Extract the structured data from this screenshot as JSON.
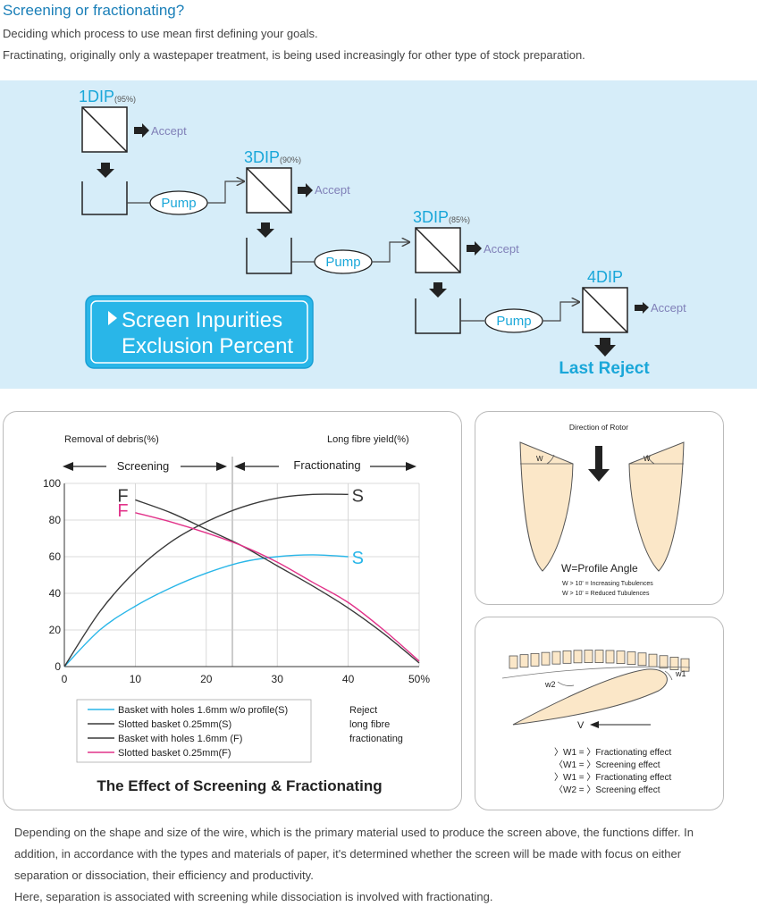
{
  "header": {
    "title": "Screening or fractionating?",
    "line1": "Deciding which process to use mean first defining your goals.",
    "line2": "Fractinating, originally only a wastepaper treatment, is being used increasingly for other type of stock preparation."
  },
  "flow": {
    "stages": [
      {
        "name": "1DIP",
        "pct": "(95%)"
      },
      {
        "name": "3DIP",
        "pct": "(90%)"
      },
      {
        "name": "3DIP",
        "pct": "(85%)"
      },
      {
        "name": "4DIP",
        "pct": ""
      }
    ],
    "accept": "Accept",
    "pump": "Pump",
    "last_reject": "Last Reject",
    "banner_line1": "Screen Inpurities",
    "banner_line2": "Exclusion Percent"
  },
  "chart_data": {
    "type": "line",
    "title": "The Effect of Screening & Fractionating",
    "top_left_label": "Removal of debris(%)",
    "top_right_label": "Long fibre yield(%)",
    "region_left": "Screening",
    "region_right": "Fractionating",
    "xlim": [
      0,
      50
    ],
    "ylim": [
      0,
      100
    ],
    "x_ticks": [
      "0",
      "10",
      "20",
      "30",
      "40",
      "50%"
    ],
    "y_ticks": [
      "0",
      "20",
      "40",
      "60",
      "80",
      "100"
    ],
    "series": [
      {
        "name": "Basket with holes 1.6mm w/o profile(S)",
        "end_label": "S",
        "color": "#29b6e8",
        "points": [
          [
            0,
            0
          ],
          [
            5,
            20
          ],
          [
            10,
            33
          ],
          [
            15,
            43
          ],
          [
            20,
            51
          ],
          [
            25,
            57
          ],
          [
            30,
            60
          ],
          [
            35,
            61
          ],
          [
            40,
            60
          ]
        ]
      },
      {
        "name": "Slotted basket 0.25mm(S)",
        "end_label": "S",
        "color": "#3a3a3a",
        "points": [
          [
            0,
            0
          ],
          [
            5,
            30
          ],
          [
            10,
            52
          ],
          [
            15,
            68
          ],
          [
            20,
            79
          ],
          [
            25,
            87
          ],
          [
            30,
            92
          ],
          [
            35,
            94
          ],
          [
            40,
            94
          ]
        ]
      },
      {
        "name": "Basket with holes 1.6mm (F)",
        "end_label": "F",
        "color": "#3a3a3a",
        "points": [
          [
            10,
            91
          ],
          [
            15,
            84
          ],
          [
            20,
            75
          ],
          [
            25,
            66
          ],
          [
            30,
            55
          ],
          [
            35,
            44
          ],
          [
            40,
            32
          ],
          [
            45,
            18
          ],
          [
            50,
            2
          ]
        ]
      },
      {
        "name": "Slotted basket 0.25mm(F)",
        "end_label": "F",
        "color": "#e2338a",
        "points": [
          [
            10,
            84
          ],
          [
            15,
            79
          ],
          [
            20,
            73
          ],
          [
            25,
            66
          ],
          [
            30,
            57
          ],
          [
            35,
            46
          ],
          [
            40,
            35
          ],
          [
            45,
            20
          ],
          [
            50,
            3
          ]
        ]
      }
    ],
    "right_legend": [
      "Reject",
      "long fibre",
      "fractionating"
    ]
  },
  "rotor": {
    "direction": "Direction of Rotor",
    "w": "W",
    "profile_angle": "W=Profile Angle",
    "note1": "W > 10' = Increasing Tubulences",
    "note2": "W > 10' = Reduced Tubulences"
  },
  "wire": {
    "w1": "w1",
    "w2": "w2",
    "v": "V",
    "effects": [
      "〉W1 = 〉Fractionating effect",
      "〈W1 = 〉Screening effect",
      "〉W1 = 〉Fractionating effect",
      "〈W2 = 〉Screening effect"
    ]
  },
  "footer": {
    "p1": "Depending on the shape and size of the wire, which is the primary material used to produce the screen above, the functions differ. In addition, in accordance with the types and materials of paper, it's determined whether the screen will be made with focus on either separation or dissociation, their efficiency and productivity.",
    "p2": "Here, separation is associated with screening while dissociation is involved with fractionating."
  },
  "colors": {
    "accent": "#1a7fb8",
    "flow_bg": "#d6edf9",
    "stage_label": "#1aa7d9",
    "accept": "#8080b8",
    "banner": "#29b6e8",
    "blade": "#fbe7c8"
  }
}
